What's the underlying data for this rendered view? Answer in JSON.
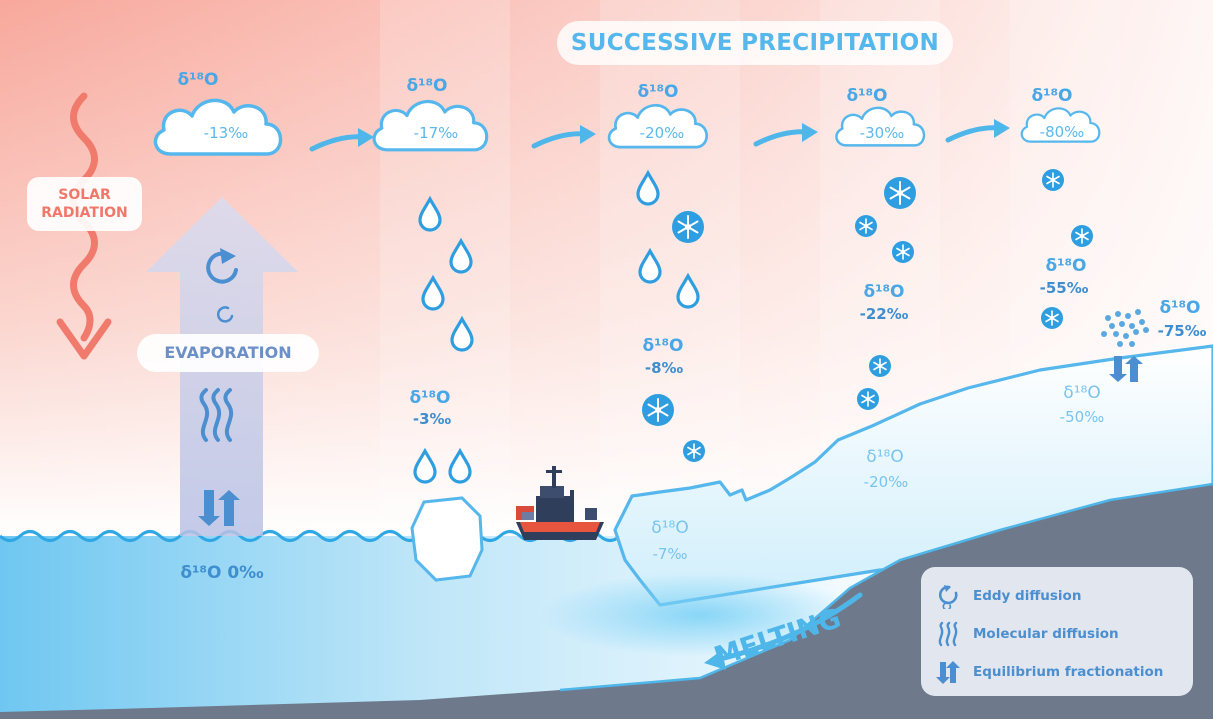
{
  "title": "SUCCESSIVE PRECIPITATION",
  "solar_radiation": "SOLAR RADIATION",
  "evaporation": "EVAPORATION",
  "melting": "MELTING",
  "isotope_symbol": "δ¹⁸O",
  "ocean": {
    "label": "δ¹⁸O 0‰"
  },
  "clouds": [
    {
      "value": "-13‰"
    },
    {
      "value": "-17‰"
    },
    {
      "value": "-20‰"
    },
    {
      "value": "-30‰"
    },
    {
      "value": "-80‰"
    }
  ],
  "precipitation": [
    {
      "value": "-3‰"
    },
    {
      "value": "-8‰"
    },
    {
      "value": "-22‰"
    },
    {
      "value": "-55‰"
    }
  ],
  "snow_on_ice": {
    "value": "-75‰"
  },
  "ice_sheet": [
    {
      "value": "-7‰"
    },
    {
      "value": "-20‰"
    },
    {
      "value": "-50‰"
    }
  ],
  "legend": [
    {
      "icon": "eddy-diffusion-icon",
      "label": "Eddy diffusion"
    },
    {
      "icon": "molecular-diffusion-icon",
      "label": "Molecular diffusion"
    },
    {
      "icon": "equilibrium-fractionation-icon",
      "label": "Equilibrium fractionation"
    }
  ],
  "colors": {
    "sky_warm": "#f7a39a",
    "water": "#7fd0f4",
    "ice_outline": "#56b7ec",
    "bedrock": "#6e7a8c",
    "solar": "#f07a6c",
    "evaporation_arrow": "#c7cde6",
    "label_blue": "#4aa7e6"
  }
}
